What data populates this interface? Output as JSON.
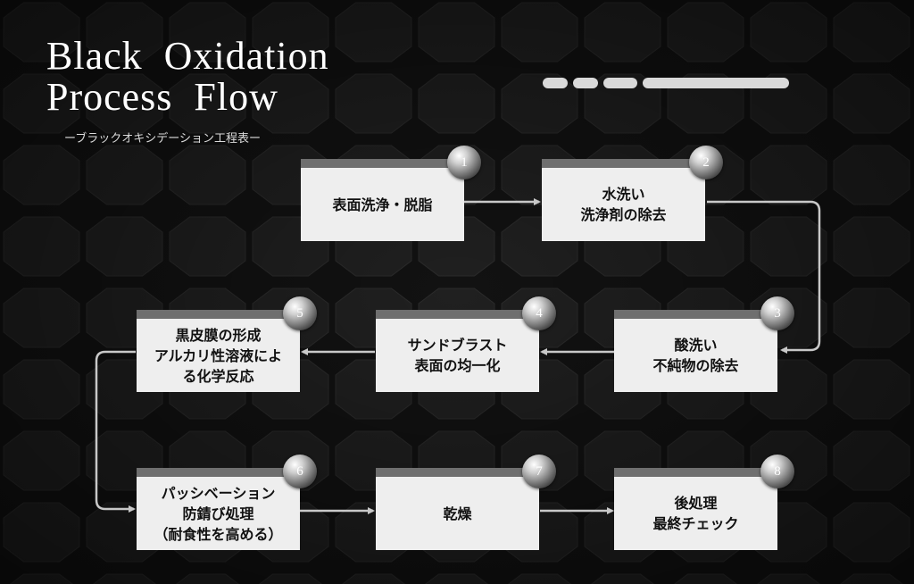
{
  "title_lines": [
    "Black  Oxidation",
    "Process  Flow"
  ],
  "subtitle": "ーブラックオキシデーション工程表ー",
  "colors": {
    "background": "#141414",
    "hexagon": "#1f1f1f",
    "box_fill": "#eeeeee",
    "box_header": "#6f6f6f",
    "arrow": "#c8c8c8",
    "text_light": "#ffffff",
    "text_dark": "#111111"
  },
  "steps": [
    {
      "number": "1",
      "label": "表面洗浄・脱脂"
    },
    {
      "number": "2",
      "label": "水洗い\n洗浄剤の除去"
    },
    {
      "number": "3",
      "label": "酸洗い\n不純物の除去"
    },
    {
      "number": "4",
      "label": "サンドブラスト\n表面の均一化"
    },
    {
      "number": "5",
      "label": "黒皮膜の形成\nアルカリ性溶液によ\nる化学反応"
    },
    {
      "number": "6",
      "label": "パッシベーション\n防錆び処理\n（耐食性を高める）"
    },
    {
      "number": "7",
      "label": "乾燥"
    },
    {
      "number": "8",
      "label": "後処理\n最終チェック"
    }
  ]
}
